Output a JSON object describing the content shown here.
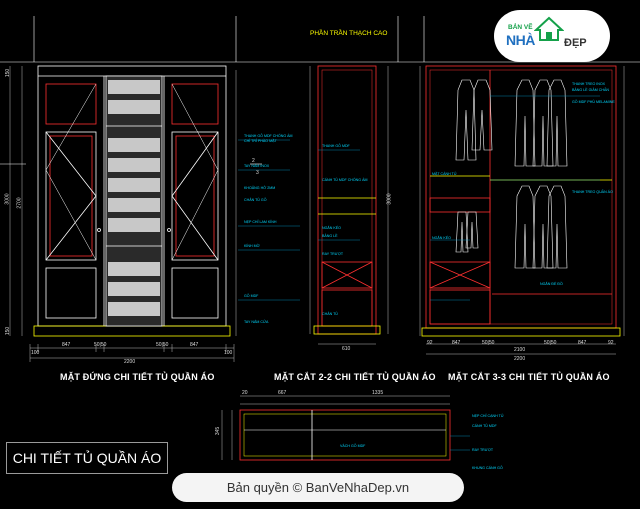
{
  "ceiling_note": "PHẦN TRẦN THẠCH CAO",
  "views": {
    "front": "MẶT ĐỨNG CHI TIẾT TỦ QUẦN ÁO",
    "section22": "MẶT CẮT 2-2 CHI TIẾT TỦ QUẦN ÁO",
    "section33": "MẶT CẮT 3-3 CHI TIẾT TỦ QUẦN ÁO"
  },
  "sheet_title": "CHI TIẾT TỦ QUẦN ÁO",
  "logo": {
    "top": "BẢN VẼ",
    "main": "NHÀ",
    "tail": "ĐẸP"
  },
  "watermark": "Bản quyền © BanVeNhaDep.vn",
  "dimensions": {
    "front_bottom": [
      "100",
      "847",
      "50|50",
      "50|50",
      "847",
      "100"
    ],
    "front_total": "2200",
    "front_height": "3000",
    "front_height2": "2700",
    "front_top": "150",
    "front_base": "150",
    "sec22_width": "610",
    "sec22_height": "3000",
    "sec33_bottom": [
      "92",
      "847",
      "50|50",
      "50|50",
      "847",
      "92"
    ],
    "sec33_total": "2200",
    "sec33_sub": "2100",
    "plan_left": "20",
    "plan_a": "667",
    "plan_b": "1335",
    "plan_side": "345",
    "section_marks": [
      "2",
      "3"
    ]
  },
  "notes": {
    "front": [
      "THANH GỖ MDF CHỐNG ẨM",
      "CHỈ TRỈ PHÀO MẶT",
      "TAY NẮM INOX",
      "KHOẢNG HỞ 2MM",
      "CHÂN TỦ GỖ",
      "NẸP CHỈ LAM KÍNH",
      "KÍNH MỜ",
      "GỖ MDF",
      "TAY NẮM CỬA"
    ],
    "section22": [
      "THANH GỖ MDF",
      "CÁNH TỦ MDF CHỐNG ẨM",
      "NGĂN KÉO",
      "BẢNG LỀ",
      "RAY TRƯỢT",
      "CHÂN TỦ"
    ],
    "section33": [
      "THANH TREO INOX",
      "BẢNG LỀ GIẢM CHẤN",
      "GỖ MDF PHỦ MELAMINE",
      "MẶT CÁNH TỦ",
      "THANH TREO QUẦN ÁO",
      "NGĂN KÉO",
      "NGĂN ĐỂ ĐỒ"
    ],
    "plan": [
      "NẸP CHỈ CẠNH TỦ",
      "CÁNH TỦ MDF",
      "VÁCH GỖ MDF",
      "RAY TRƯỢT",
      "KHUNG CÁNH GỖ"
    ]
  }
}
